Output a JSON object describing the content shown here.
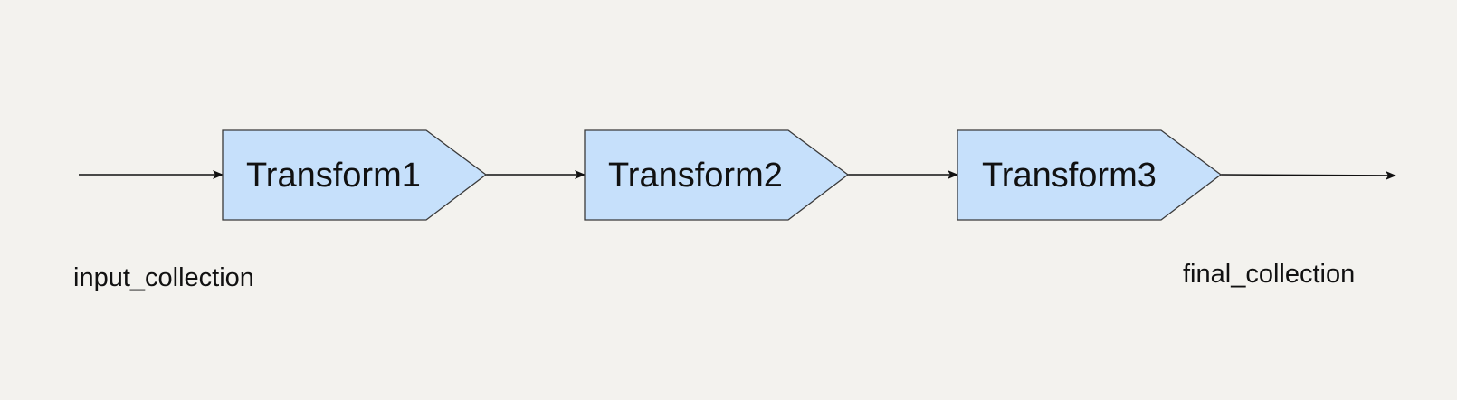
{
  "diagram": {
    "colors": {
      "background": "#f3f2ee",
      "node_fill": "#c6e0fb",
      "node_stroke": "#3a3a3a",
      "edge": "#111111",
      "text": "#111111"
    },
    "nodes": [
      {
        "id": "t1",
        "label": "Transform1",
        "shape": "pentagon-arrow"
      },
      {
        "id": "t2",
        "label": "Transform2",
        "shape": "pentagon-arrow"
      },
      {
        "id": "t3",
        "label": "Transform3",
        "shape": "pentagon-arrow"
      }
    ],
    "edges": [
      {
        "from": "input_collection",
        "to": "t1"
      },
      {
        "from": "t1",
        "to": "t2"
      },
      {
        "from": "t2",
        "to": "t3"
      },
      {
        "from": "t3",
        "to": "final_collection"
      }
    ],
    "input_label": "input_collection",
    "output_label": "final_collection"
  }
}
